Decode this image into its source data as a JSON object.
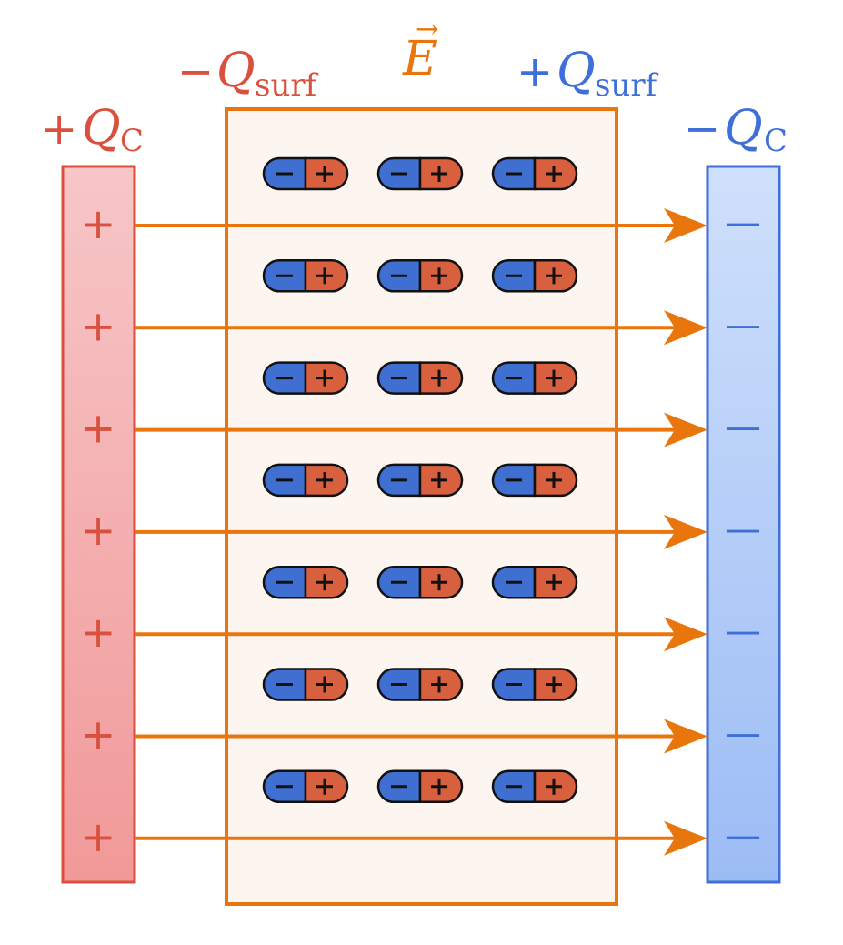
{
  "labels": {
    "left_plate": {
      "sign": "+",
      "symbol": "Q",
      "sub": "C"
    },
    "right_plate": {
      "sign": "−",
      "symbol": "Q",
      "sub": "C"
    },
    "left_surface": {
      "sign": "−",
      "symbol": "Q",
      "sub": "surf"
    },
    "right_surface": {
      "sign": "+",
      "symbol": "Q",
      "sub": "surf"
    },
    "field": {
      "symbol": "E",
      "vector_mark": "→"
    }
  },
  "plates": {
    "left": {
      "charge_sign": "+",
      "charge_count": 7
    },
    "right": {
      "charge_sign": "—",
      "charge_count": 7
    }
  },
  "field_lines": {
    "count": 7
  },
  "dipoles": {
    "rows": 7,
    "cols": 3,
    "negative_symbol": "−",
    "positive_symbol": "+"
  },
  "colors": {
    "positive": "#d9503f",
    "negative": "#3f6fd9",
    "field": "#e8760c",
    "dielectric_fill": "#fdf6f0",
    "left_plate_top": "#f7c6c8",
    "left_plate_bottom": "#f19999",
    "right_plate_top": "#cfe0fb",
    "right_plate_bottom": "#9cbcf5",
    "dipole_neg": "#3f6fd0",
    "dipole_pos": "#d9603f"
  }
}
